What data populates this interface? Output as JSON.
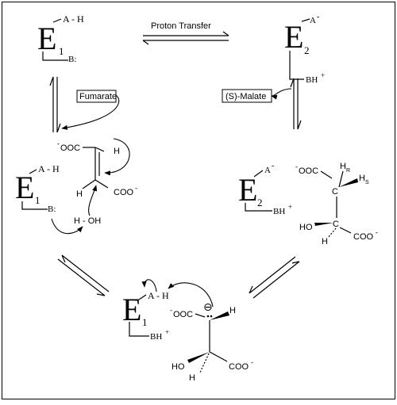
{
  "enzyme": {
    "letter": "E",
    "sub1": "1",
    "sub2": "2"
  },
  "labels": {
    "acid_group": "A - H",
    "base_group": "B:",
    "conj_acid": "BH",
    "plus": "+",
    "anion_a": "A",
    "minus": "-",
    "proton_transfer": "Proton Transfer",
    "fumarate": "Fumarate",
    "malate": "(S)-Malate"
  },
  "molecules": {
    "carboxylate_left": "OOC",
    "carboxylate_right": "COO",
    "h": "H",
    "water": "H - OH",
    "ho": "HO",
    "c": "C",
    "hr_h": "H",
    "hr_sub": "R",
    "hs_h": "H",
    "hs_sub": "S",
    "carbanion_charge": "⊖"
  }
}
